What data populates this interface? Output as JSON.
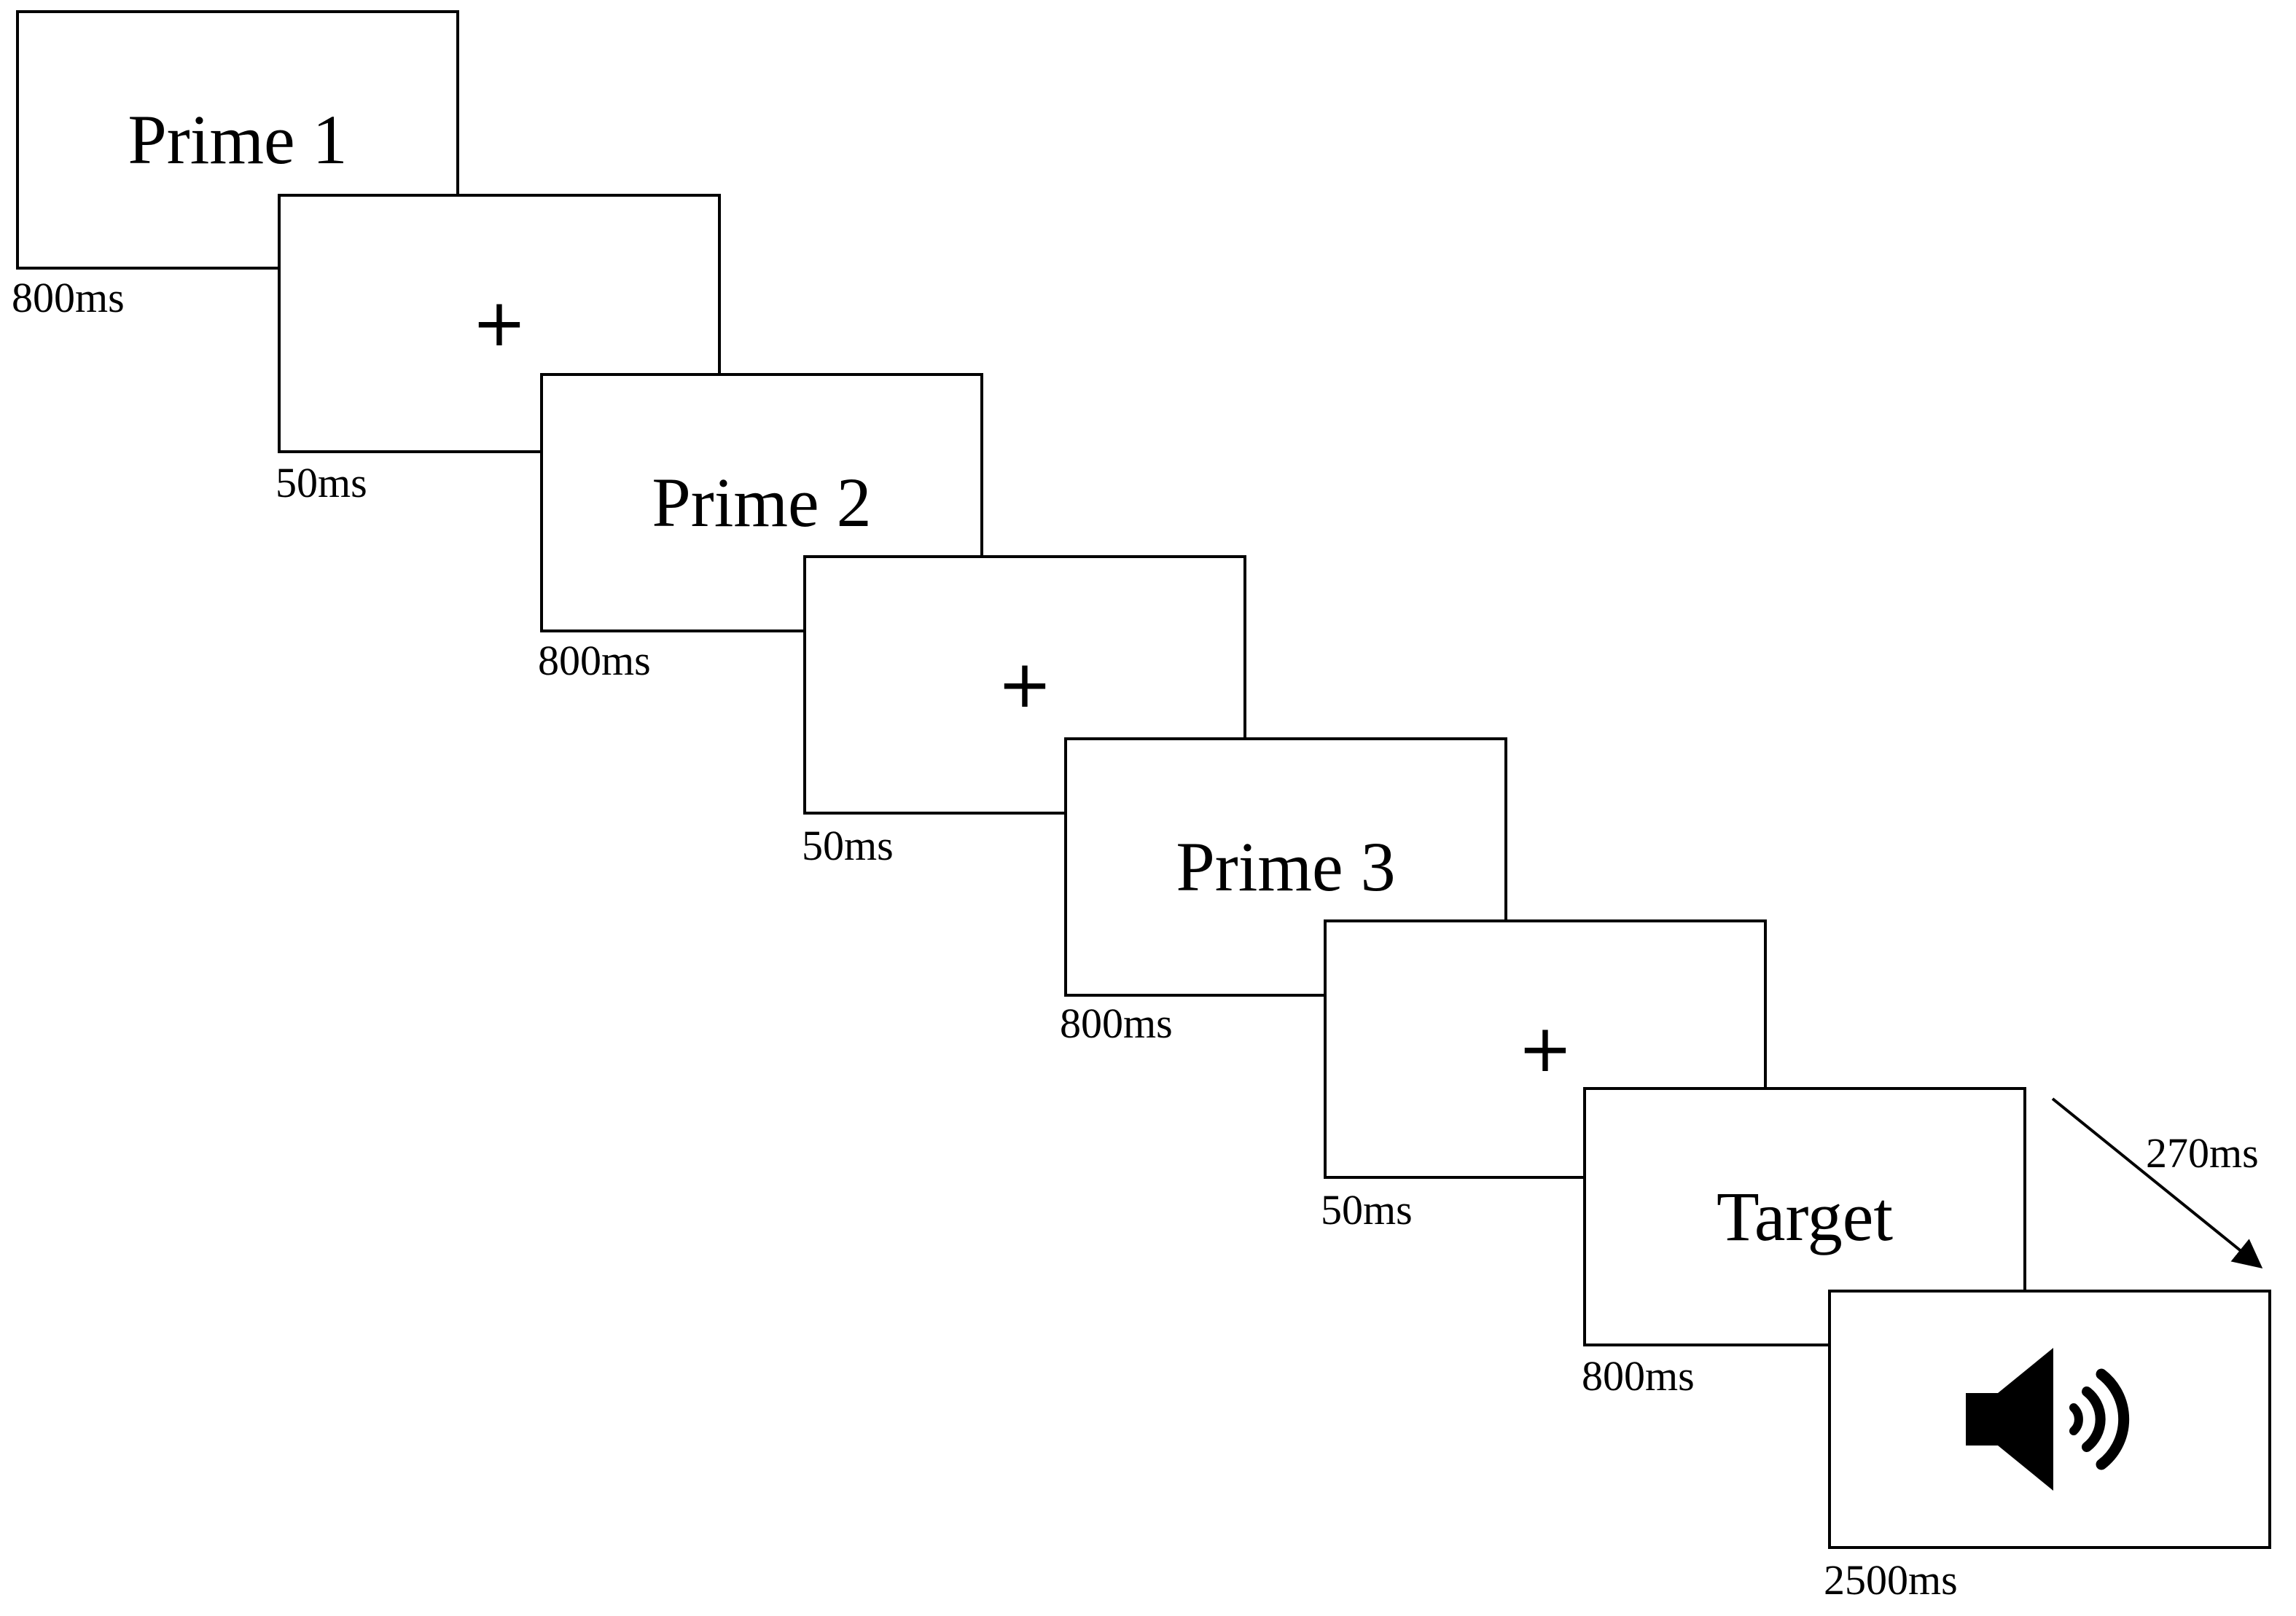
{
  "frames": [
    {
      "label": "Prime 1",
      "duration": "800ms"
    },
    {
      "label": "+",
      "duration": "50ms"
    },
    {
      "label": "Prime 2",
      "duration": "800ms"
    },
    {
      "label": "+",
      "duration": "50ms"
    },
    {
      "label": "Prime 3",
      "duration": "800ms"
    },
    {
      "label": "+",
      "duration": "50ms"
    },
    {
      "label": "Target",
      "duration": "800ms"
    },
    {
      "icon": "speaker-icon",
      "duration": "2500ms"
    }
  ],
  "soa_label": "270ms",
  "colors": {
    "stroke": "#000000",
    "background": "#ffffff"
  }
}
